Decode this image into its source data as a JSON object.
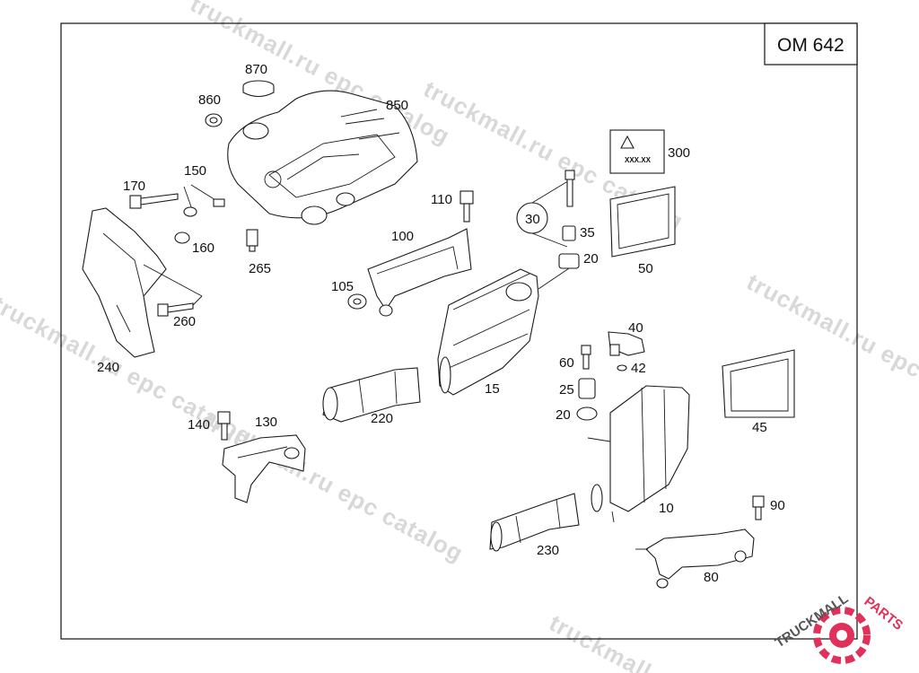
{
  "diagram": {
    "engine_code": "OM 642",
    "callouts": [
      "870",
      "860",
      "850",
      "170",
      "150",
      "160",
      "265",
      "240",
      "260",
      "110",
      "100",
      "105",
      "30",
      "35",
      "20",
      "300",
      "50",
      "15",
      "220",
      "40",
      "60",
      "42",
      "25",
      "45",
      "140",
      "130",
      "10",
      "90",
      "230",
      "80"
    ],
    "callouts_second_20": "20"
  },
  "watermarks": [
    "truckmall.ru epc catalog",
    "truckmall.ru epc catalog",
    "truckmall.ru epc catalog",
    "truckmall.ru epc catalog",
    "truckmall.ru epc catalog"
  ],
  "label_sticker": {
    "text": "XXX.XX"
  },
  "logo": {
    "text_dark": "TRUCKMALL",
    "text_accent": "PARTS",
    "color_dark": "#555555",
    "color_accent": "#e0315a"
  }
}
